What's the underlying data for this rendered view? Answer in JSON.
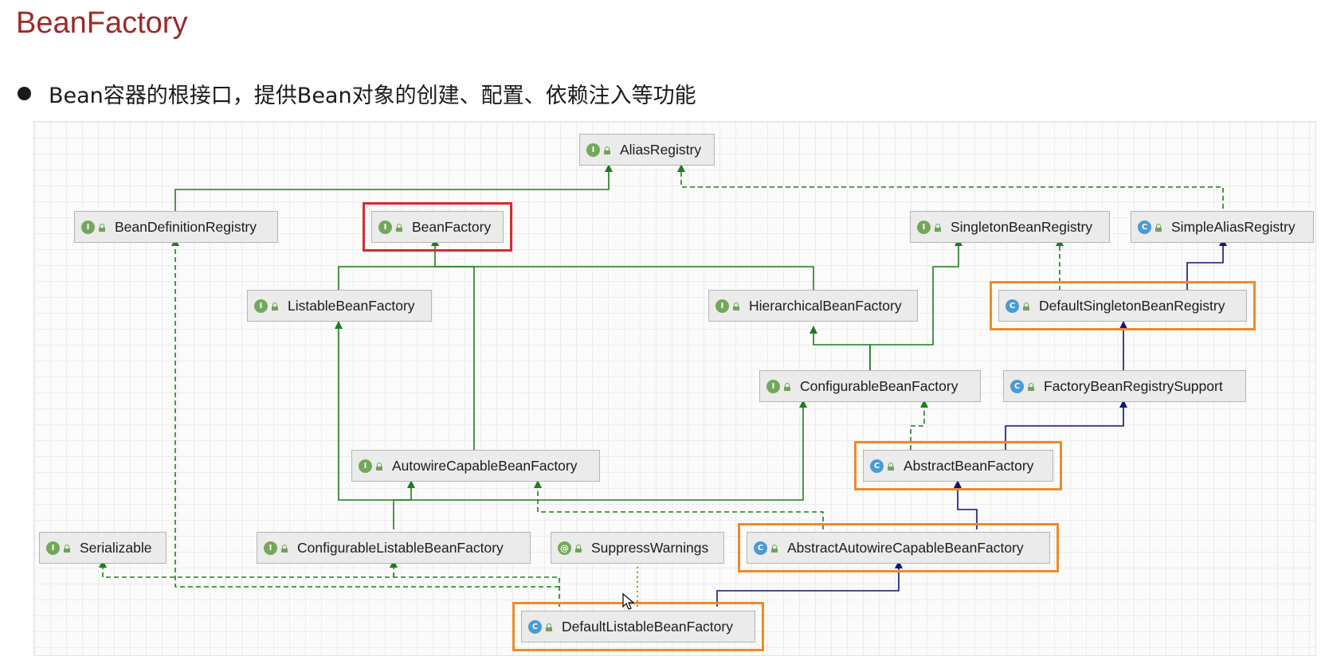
{
  "slide": {
    "title": "BeanFactory",
    "bullet": "Bean容器的根接口，提供Bean对象的创建、配置、依赖注入等功能"
  },
  "colors": {
    "title": "#9b2b2b",
    "extends_line": "#1e7d1e",
    "implements_line": "#1e7d1e",
    "class_inherit_line": "#13137a",
    "annotation_line": "#b8841c",
    "highlight_red": "#d62b2b",
    "highlight_orange": "#f08a2a"
  },
  "nodes": {
    "alias_registry": {
      "label": "AliasRegistry",
      "kind": "I"
    },
    "bean_definition_registry": {
      "label": "BeanDefinitionRegistry",
      "kind": "I"
    },
    "bean_factory": {
      "label": "BeanFactory",
      "kind": "I"
    },
    "singleton_bean_registry": {
      "label": "SingletonBeanRegistry",
      "kind": "I"
    },
    "simple_alias_registry": {
      "label": "SimpleAliasRegistry",
      "kind": "C"
    },
    "listable_bean_factory": {
      "label": "ListableBeanFactory",
      "kind": "I"
    },
    "hierarchical_bean_factory": {
      "label": "HierarchicalBeanFactory",
      "kind": "I"
    },
    "default_singleton_bean_registry": {
      "label": "DefaultSingletonBeanRegistry",
      "kind": "C"
    },
    "configurable_bean_factory": {
      "label": "ConfigurableBeanFactory",
      "kind": "I"
    },
    "factory_bean_registry_support": {
      "label": "FactoryBeanRegistrySupport",
      "kind": "C"
    },
    "autowire_capable_bean_factory": {
      "label": "AutowireCapableBeanFactory",
      "kind": "I"
    },
    "abstract_bean_factory": {
      "label": "AbstractBeanFactory",
      "kind": "C"
    },
    "serializable": {
      "label": "Serializable",
      "kind": "I"
    },
    "configurable_listable_bean_factory": {
      "label": "ConfigurableListableBeanFactory",
      "kind": "I"
    },
    "suppress_warnings": {
      "label": "SuppressWarnings",
      "kind": "@"
    },
    "abstract_autowire_capable_bean_factory": {
      "label": "AbstractAutowireCapableBeanFactory",
      "kind": "C"
    },
    "default_listable_bean_factory": {
      "label": "DefaultListableBeanFactory",
      "kind": "C"
    }
  }
}
